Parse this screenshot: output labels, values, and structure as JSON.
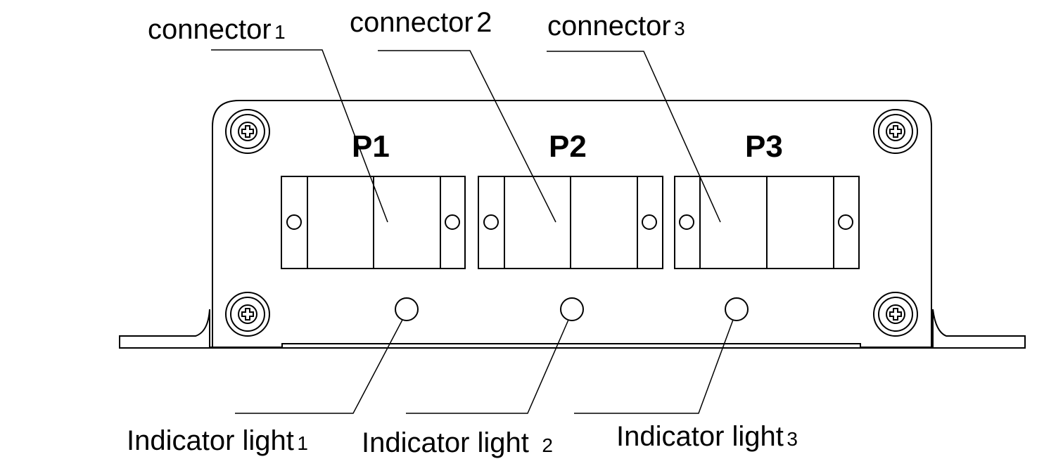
{
  "ports": [
    {
      "title": "P1"
    },
    {
      "title": "P2"
    },
    {
      "title": "P3"
    }
  ],
  "connector_labels": [
    {
      "word": "connector",
      "num": "1"
    },
    {
      "word": "connector",
      "num": "2"
    },
    {
      "word": "connector",
      "num": "3"
    }
  ],
  "indicator_labels": [
    {
      "word": "Indicator light",
      "num": "1"
    },
    {
      "word": "Indicator light",
      "num": "2"
    },
    {
      "word": "Indicator light",
      "num": "3"
    }
  ]
}
